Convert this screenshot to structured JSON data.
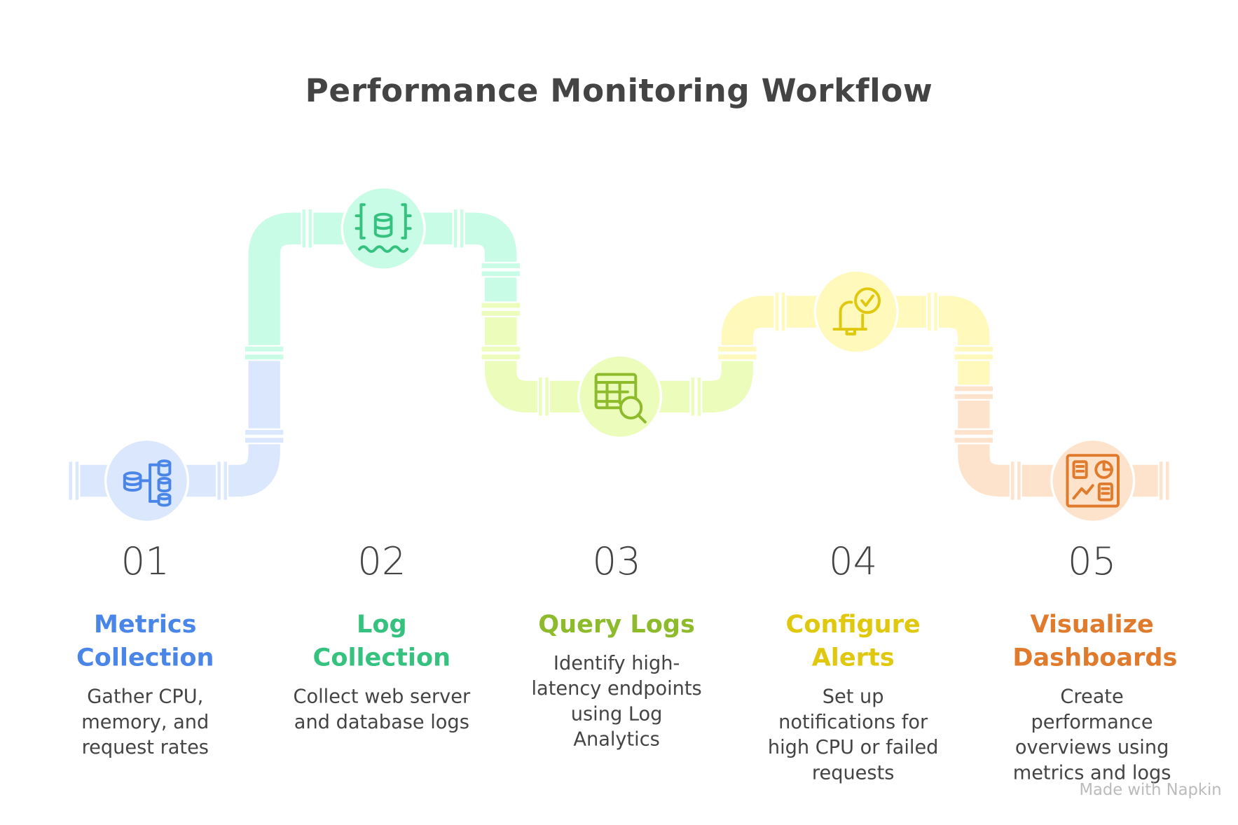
{
  "title": "Performance Monitoring Workflow",
  "steps": [
    {
      "number": "01",
      "title": "Metrics Collection",
      "description": "Gather CPU, memory, and request rates",
      "icon": "database-hierarchy-icon",
      "color": "#4a86e8",
      "pipe_color": "#dbe7fd"
    },
    {
      "number": "02",
      "title": "Log Collection",
      "description": "Collect web server and database logs",
      "icon": "database-stream-icon",
      "color": "#35c27f",
      "pipe_color": "#c8fce6"
    },
    {
      "number": "03",
      "title": "Query Logs",
      "description": "Identify high-latency endpoints using Log Analytics",
      "icon": "table-search-icon",
      "color": "#8dbb2b",
      "pipe_color": "#ebfcbb"
    },
    {
      "number": "04",
      "title": "Configure Alerts",
      "description": "Set up notifications for high CPU or failed requests",
      "icon": "bell-check-icon",
      "color": "#e0c80e",
      "pipe_color": "#fff9bb"
    },
    {
      "number": "05",
      "title": "Visualize Dashboards",
      "description": "Create performance overviews using metrics and logs",
      "icon": "dashboard-icon",
      "color": "#e07a2c",
      "pipe_color": "#fde3cc"
    }
  ],
  "watermark": "Made with Napkin"
}
